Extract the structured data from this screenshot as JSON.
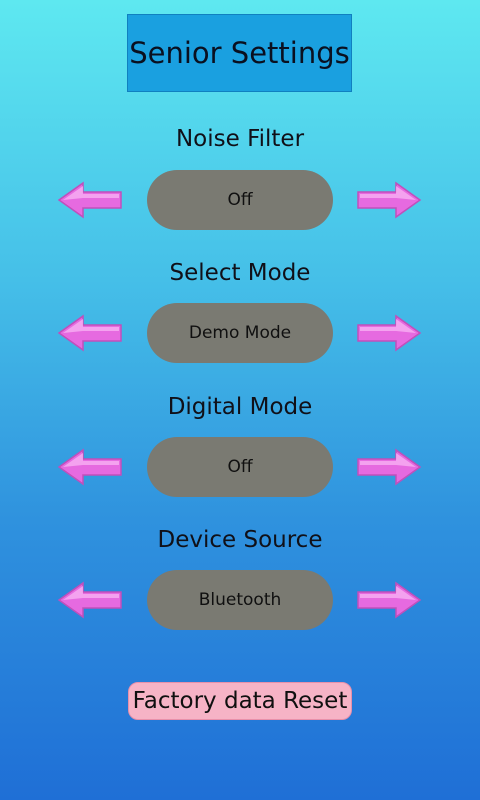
{
  "title": "Senior Settings",
  "settings": [
    {
      "label": "Noise Filter",
      "value": "Off"
    },
    {
      "label": "Select Mode",
      "value": "Demo Mode"
    },
    {
      "label": "Digital Mode",
      "value": "Off"
    },
    {
      "label": "Device Source",
      "value": "Bluetooth"
    }
  ],
  "reset_label": "Factory data Reset",
  "icons": {
    "left": "left-arrow-icon",
    "right": "right-arrow-icon"
  },
  "colors": {
    "arrow_fill": "#e66ae0",
    "pill_bg": "#7a7a72",
    "title_bg": "#1aa0e0",
    "reset_bg": "#f6b3c6"
  }
}
